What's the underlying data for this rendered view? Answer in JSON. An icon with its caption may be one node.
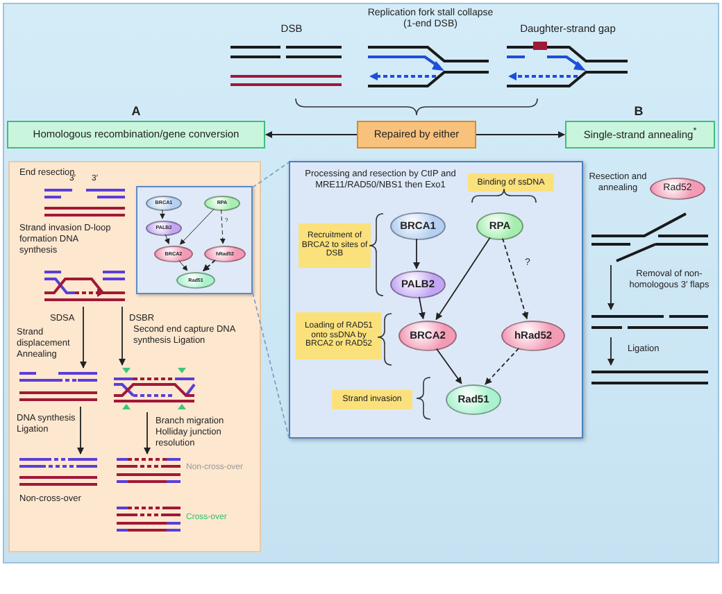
{
  "diagram": {
    "nodes": [
      {
        "text": [
          "Homologous recombination/gene conversion"
        ],
        "beside": [
          "A"
        ]
      },
      {
        "text": [
          "Repaired by either"
        ]
      },
      {
        "text": [
          "Single-strand annealing$^{*}$"
        ],
        "beside": [
          "B"
        ]
      },
      {
        "text": [],
        "shape": "picture"
      },
      {
        "text": [],
        "shape": "box"
      },
      {
        "text": [
          "BRCA1"
        ],
        "in": 4
      },
      {
        "text": [
          "RPA"
        ],
        "in": 4
      },
      {
        "text": [
          "PALB2"
        ],
        "in": 4
      },
      {
        "text": [
          "BRCA2"
        ],
        "in": 4
      },
      {
        "text": [
          "hRad52"
        ],
        "in": 4
      },
      {
        "text": [
          "Rad51"
        ],
        "in": 4
      },
      {
        "text": [],
        "shape": "picture"
      },
      {
        "text": [],
        "shape": "picture"
      },
      {
        "text": [],
        "shape": "picture"
      },
      {
        "text": [],
        "shape": "picture"
      },
      {
        "text": [],
        "shape": "picture"
      },
      {
        "text": [
          "Processing and resection by CtIP and MRE11/RAD50/NBS1 then Exo1"
        ]
      },
      {
        "text": [
          "Binding of ssDNA"
        ],
        "in": 16
      },
      {
        "text": [
          "BRCA1"
        ],
        "in": 16
      },
      {
        "text": [
          "RPA"
        ],
        "in": 16
      },
      {
        "text": [
          "Recruitment of BRCA2 to sites of DSB"
        ],
        "in": 16
      },
      {
        "text": [
          "PALB2"
        ],
        "in": 16
      },
      {
        "text": [
          "Loading of RAD51 onto ssDNA by BRCA2 or RAD52"
        ],
        "in": 16
      },
      {
        "text": [
          "BRCA2"
        ],
        "in": 16
      },
      {
        "text": [
          "hRad52"
        ],
        "in": 16
      },
      {
        "text": [
          "Strand invasion"
        ],
        "in": 16
      },
      {
        "text": [
          "Rad51"
        ],
        "in": 16
      },
      {
        "text": [
          "Rad52"
        ]
      },
      {
        "text": [],
        "shape": "picture"
      },
      {
        "text": [],
        "shape": "picture"
      },
      {
        "text": [],
        "shape": "picture"
      }
    ],
    "edges": [
      {
        "from": 1,
        "to": 0,
        "arrow": "to"
      },
      {
        "from": 1,
        "to": 2,
        "arrow": "to"
      },
      {
        "from": 5,
        "to": 7,
        "arrow": "to"
      },
      {
        "from": 7,
        "to": 8,
        "arrow": "to"
      },
      {
        "from": 6,
        "to": 8,
        "arrow": "to"
      },
      {
        "from": 6,
        "to": 9,
        "arrow": "to",
        "style": "dashed",
        "label": "?"
      },
      {
        "from": 8,
        "to": 10,
        "arrow": "to"
      },
      {
        "from": 9,
        "to": 10,
        "arrow": "to",
        "style": "dashed"
      },
      {
        "from": 4,
        "to": 16,
        "arrow": "none",
        "style": "dashed",
        "color": "#7f9fc8"
      },
      {
        "from": 11,
        "to": 12,
        "arrow": "to",
        "label": "SDSA"
      },
      {
        "from": 11,
        "to": 13,
        "arrow": "to",
        "label": "DSBR"
      },
      {
        "from": 12,
        "to": 14,
        "arrow": "to",
        "label": "DNA synthesis Ligation"
      },
      {
        "from": 13,
        "to": 15,
        "arrow": "to",
        "label": "Branch migration Holliday junction resolution"
      },
      {
        "from": 18,
        "to": 21,
        "arrow": "to"
      },
      {
        "from": 21,
        "to": 23,
        "arrow": "to"
      },
      {
        "from": 19,
        "to": 23,
        "arrow": "to"
      },
      {
        "from": 19,
        "to": 24,
        "arrow": "to",
        "style": "dashed",
        "label": "?"
      },
      {
        "from": 23,
        "to": 26,
        "arrow": "to"
      },
      {
        "from": 24,
        "to": 26,
        "arrow": "to",
        "style": "dashed"
      },
      {
        "from": 28,
        "to": 29,
        "arrow": "to",
        "label": "Removal of non-homologous 3′ flaps"
      },
      {
        "from": 29,
        "to": 30,
        "arrow": "to",
        "label": "Ligation"
      }
    ],
    "labels": [
      "DSB",
      "Replication fork stall collapse (1-end DSB)",
      "Daughter-strand gap",
      "End resection",
      "3′",
      "3′",
      "Strand invasion D-loop formation DNA synthesis",
      "Strand displacement Annealing",
      "Second end capture DNA synthesis Ligation",
      "Non-cross-over",
      "Non-cross-over",
      "Cross-over",
      "Resection and annealing"
    ]
  }
}
